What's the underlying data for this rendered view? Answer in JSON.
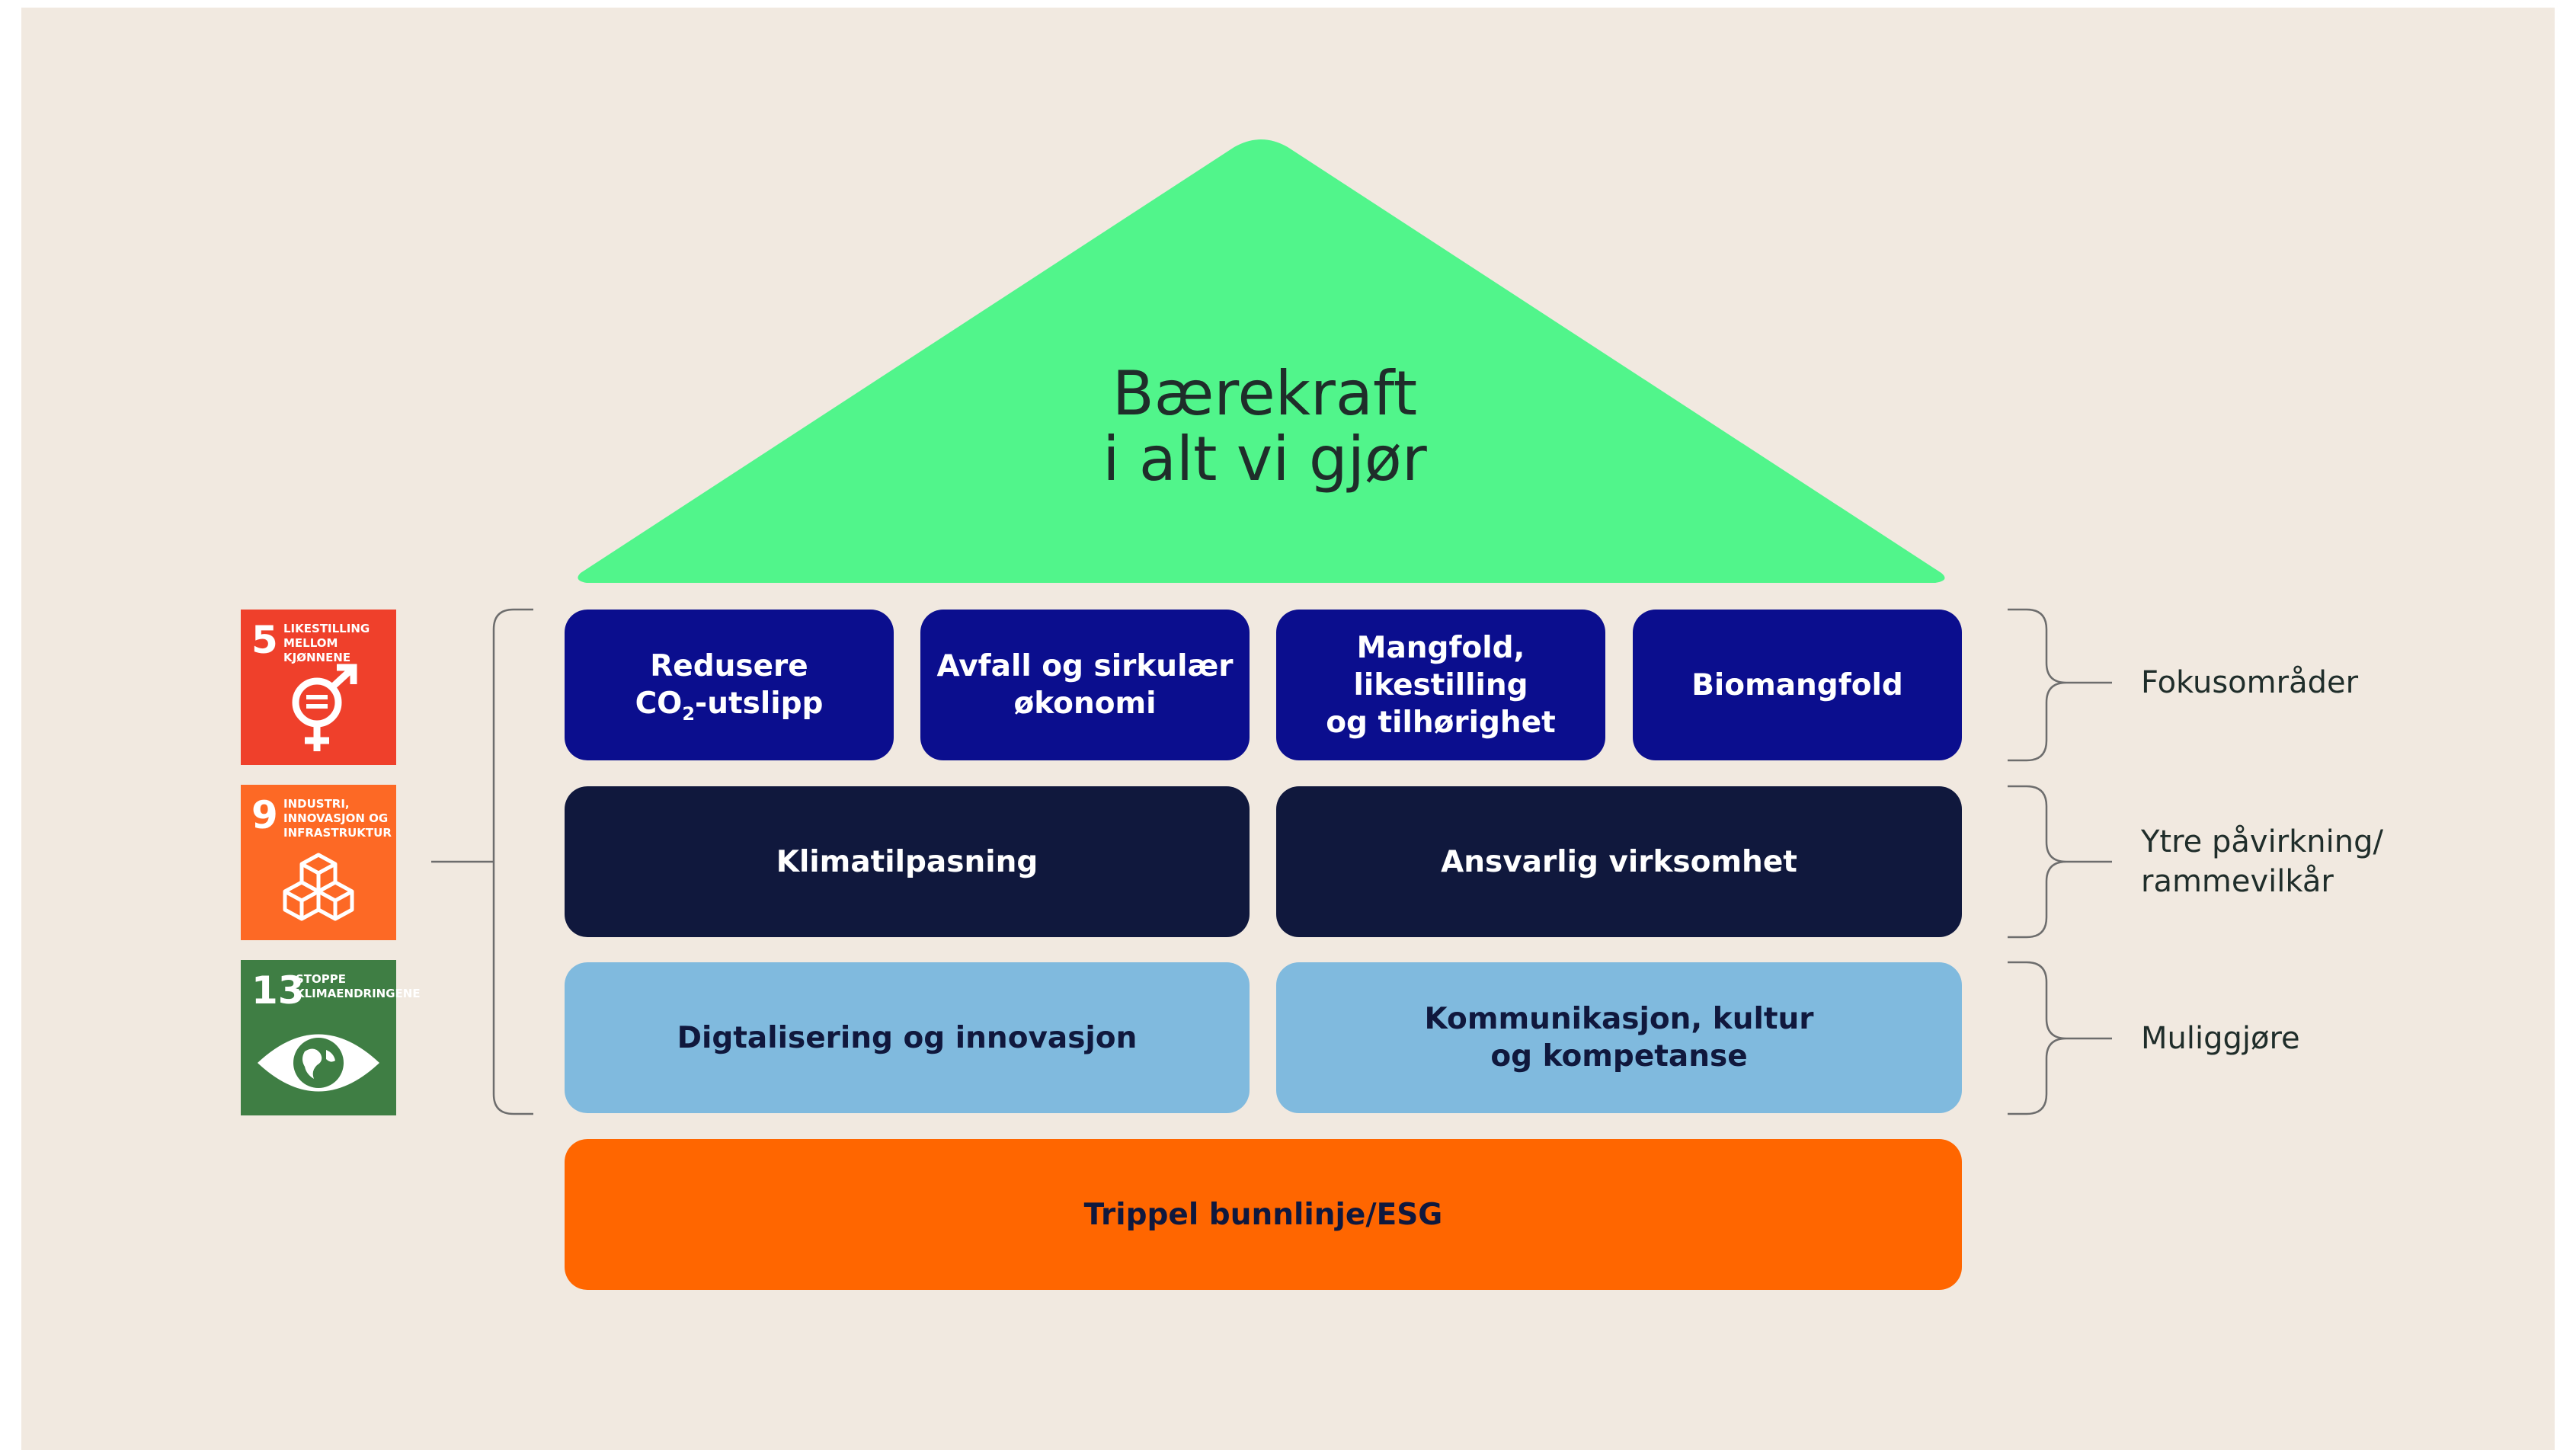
{
  "roof": {
    "line1": "Bærekraft",
    "line2": "i alt vi gjør",
    "color": "#51f58b"
  },
  "focus_areas": [
    {
      "line1": "Redusere",
      "line2_prefix": "CO",
      "line2_sub": "2",
      "line2_suffix": "-utslipp"
    },
    {
      "line1": "Avfall og sirkulær",
      "line2": "økonomi"
    },
    {
      "line1": "Mangfold, likestilling",
      "line2": "og tilhørighet"
    },
    {
      "label": "Biomangfold"
    }
  ],
  "outer_factors": [
    {
      "label": "Klimatilpasning"
    },
    {
      "label": "Ansvarlig virksomhet"
    }
  ],
  "enablers": [
    {
      "label": "Digtalisering og innovasjon"
    },
    {
      "line1": "Kommunikasjon, kultur",
      "line2": "og kompetanse"
    }
  ],
  "base": {
    "label": "Trippel bunnlinje/ESG"
  },
  "side_labels": {
    "focus": "Fokusområder",
    "outer_line1": "Ytre påvirkning/",
    "outer_line2": "rammevilkår",
    "enable": "Muliggjøre"
  },
  "sdg": [
    {
      "number": "5",
      "line1": "LIKESTILLING",
      "line2": "MELLOM KJØNNENE",
      "icon": "gender-equality-icon",
      "color": "#ef402b"
    },
    {
      "number": "9",
      "line1": "INDUSTRI,",
      "line2": "INNOVASJON OG",
      "line3": "INFRASTRUKTUR",
      "icon": "cubes-icon",
      "color": "#fd6925"
    },
    {
      "number": "13",
      "line1": "STOPPE",
      "line2": "KLIMAENDRINGENE",
      "icon": "eye-globe-icon",
      "color": "#3f7e44"
    }
  ],
  "colors": {
    "background": "#f1e9e0",
    "focus": "#0b0e8e",
    "outer": "#10183d",
    "enable": "#80bade",
    "base": "#ff6600"
  }
}
